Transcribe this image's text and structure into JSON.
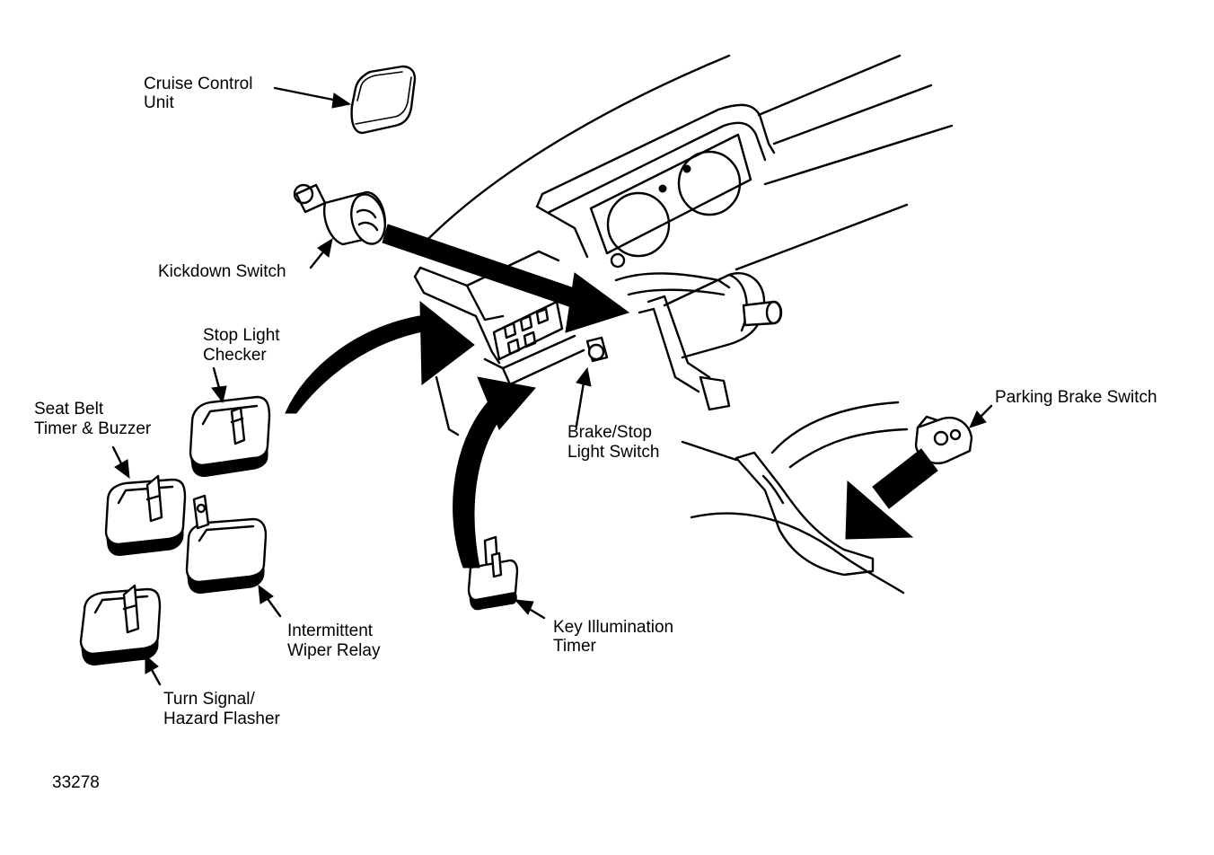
{
  "labels": {
    "cruise_control_line1": "Cruise Control",
    "cruise_control_line2": "Unit",
    "kickdown_switch": "Kickdown Switch",
    "stop_light_checker_line1": "Stop Light",
    "stop_light_checker_line2": "Checker",
    "seat_belt_line1": "Seat Belt",
    "seat_belt_line2": "Timer & Buzzer",
    "intermittent_wiper_line1": "Intermittent",
    "intermittent_wiper_line2": "Wiper Relay",
    "turn_signal_line1": "Turn Signal/",
    "turn_signal_line2": "Hazard Flasher",
    "key_illumination_line1": "Key Illumination",
    "key_illumination_line2": "Timer",
    "brake_stop_line1": "Brake/Stop",
    "brake_stop_line2": "Light Switch",
    "parking_brake_switch": "Parking Brake Switch"
  },
  "figure_number": "33278",
  "colors": {
    "ink": "#000000",
    "paper": "#ffffff"
  }
}
